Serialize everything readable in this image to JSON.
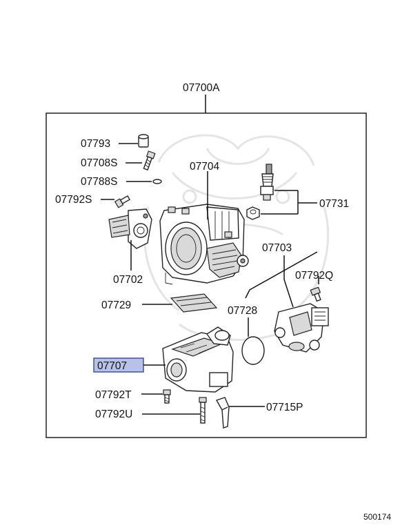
{
  "diagram": {
    "assembly_label": "07700A",
    "figure_number": "500174",
    "parts": {
      "p07793": "07793",
      "p07708S": "07708S",
      "p07788S": "07788S",
      "p07792S": "07792S",
      "p07704": "07704",
      "p07731": "07731",
      "p07702": "07702",
      "p07703": "07703",
      "p07792Q": "07792Q",
      "p07729": "07729",
      "p07728": "07728",
      "p07707": "07707",
      "p07792T": "07792T",
      "p07792U": "07792U",
      "p07715P": "07715P"
    },
    "highlighted_part": "07707",
    "colors": {
      "highlight_fill": "#b7c2e8",
      "highlight_border": "#2c3c8c",
      "line": "#111111",
      "watermark": "#e4e4e4"
    }
  }
}
